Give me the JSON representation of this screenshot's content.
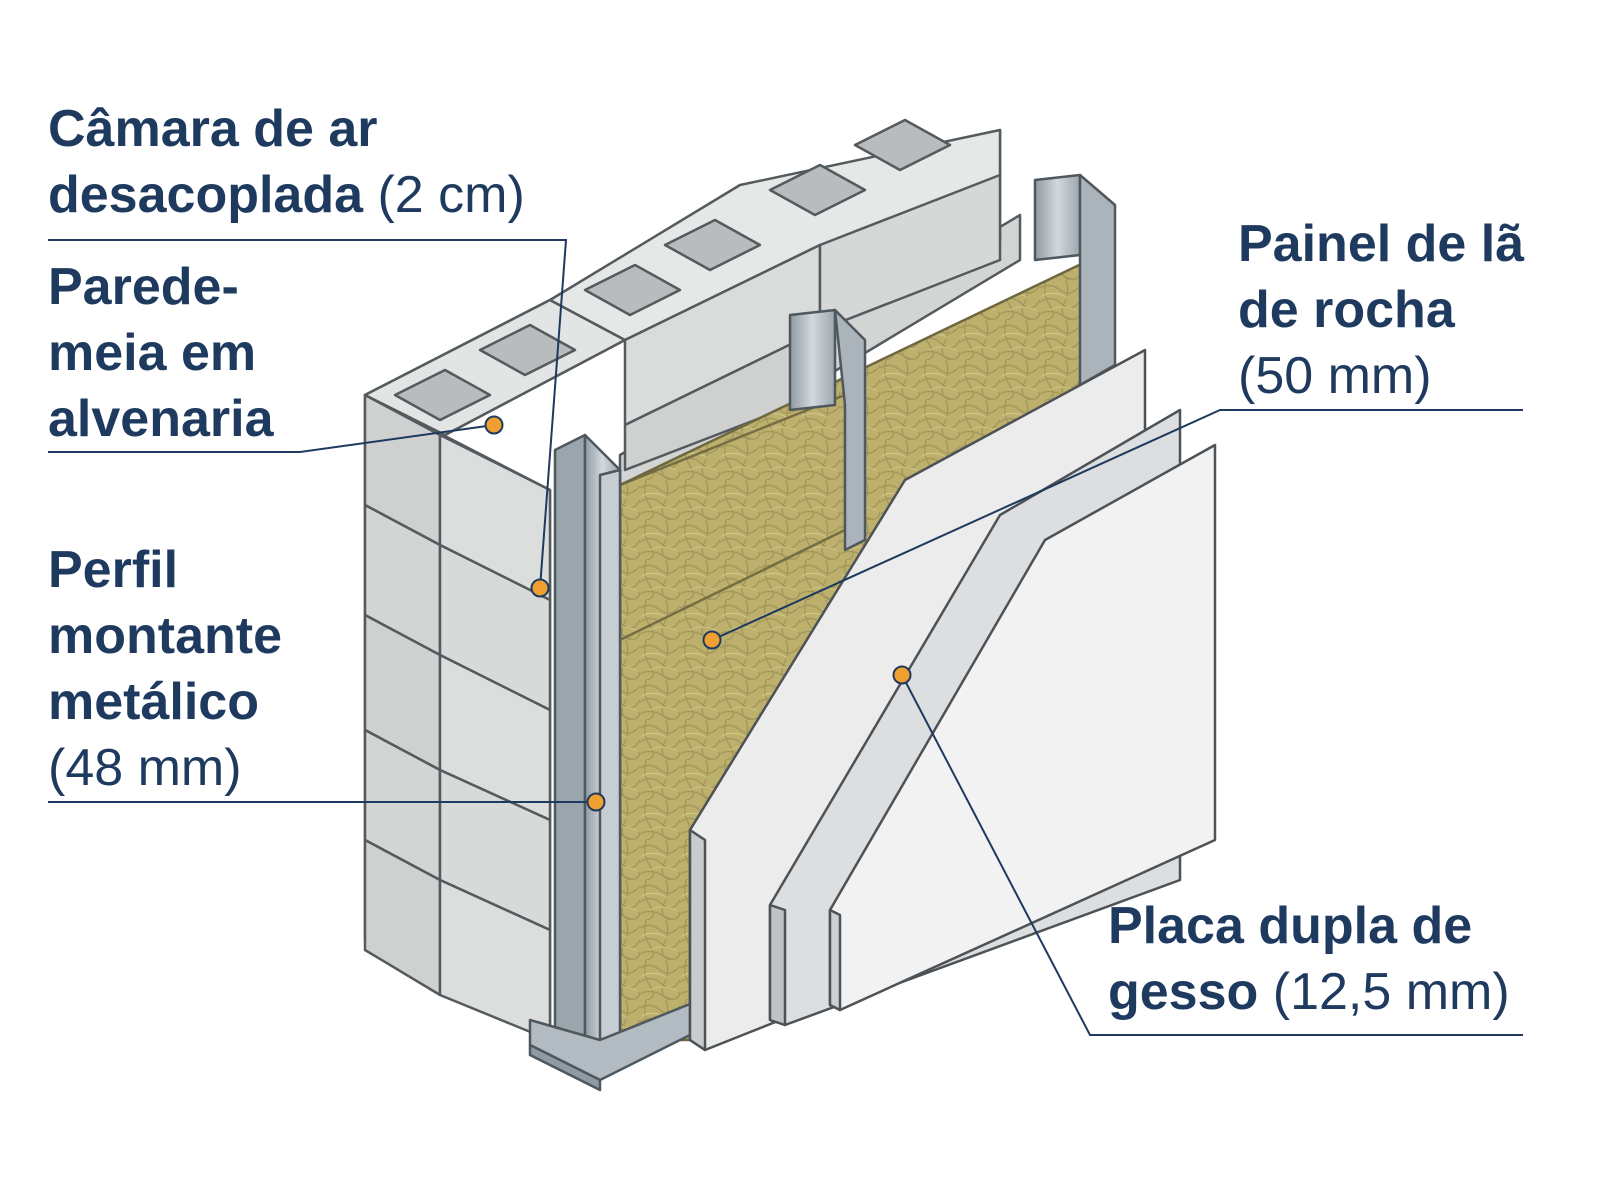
{
  "labels": {
    "air_chamber": {
      "line1": "Câmara de ar",
      "line2": "desacoplada",
      "measure": "(2 cm)"
    },
    "masonry_wall": {
      "line1": "Parede-",
      "line2": "meia em",
      "line3": "alvenaria"
    },
    "metal_stud": {
      "line1": "Perfil",
      "line2": "montante",
      "line3": "metálico",
      "measure": "(48 mm)"
    },
    "rock_wool": {
      "line1": "Painel de lã",
      "line2": "de rocha",
      "measure": "(50 mm)"
    },
    "gypsum_board": {
      "line1": "Placa dupla de",
      "line2": "gesso",
      "measure": "(12,5 mm)"
    }
  },
  "colors": {
    "label_text": "#1f3a5f",
    "leader_line": "#1f3a5f",
    "marker_dot": "#f0a030",
    "block": "#d9dbdb",
    "wool": "#b9ae6a",
    "steel": "#b9c2c8",
    "gypsum": "#eeeeee"
  }
}
